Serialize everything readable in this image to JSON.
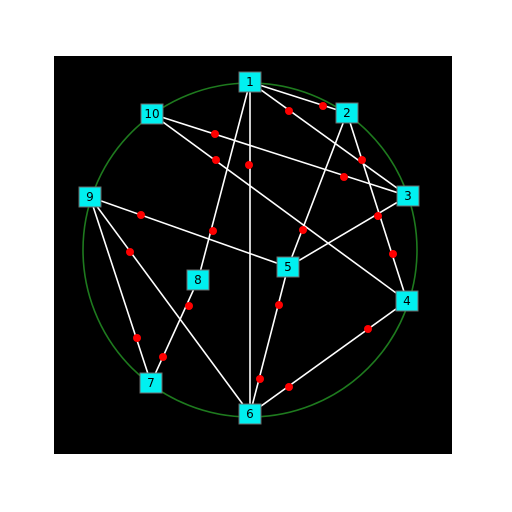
{
  "colors": {
    "background": "#000000",
    "circle": "#1e7a1e",
    "edge": "#ffffff",
    "node_fill": "#00f0f0",
    "marker": "#ff0000"
  },
  "nodes": [
    {
      "id": "1",
      "label": "1"
    },
    {
      "id": "2",
      "label": "2"
    },
    {
      "id": "3",
      "label": "3"
    },
    {
      "id": "4",
      "label": "4"
    },
    {
      "id": "5",
      "label": "5"
    },
    {
      "id": "6",
      "label": "6"
    },
    {
      "id": "7",
      "label": "7"
    },
    {
      "id": "8",
      "label": "8"
    },
    {
      "id": "9",
      "label": "9"
    },
    {
      "id": "10",
      "label": "10"
    }
  ],
  "edges": [
    {
      "from": "1",
      "to": "2"
    },
    {
      "from": "1",
      "to": "3"
    },
    {
      "from": "1",
      "to": "6"
    },
    {
      "from": "1",
      "to": "8"
    },
    {
      "from": "2",
      "to": "4"
    },
    {
      "from": "2",
      "to": "5"
    },
    {
      "from": "10",
      "to": "3"
    },
    {
      "from": "10",
      "to": "4"
    },
    {
      "from": "9",
      "to": "5"
    },
    {
      "from": "9",
      "to": "7"
    },
    {
      "from": "9",
      "to": "6"
    },
    {
      "from": "3",
      "to": "5"
    },
    {
      "from": "4",
      "to": "6"
    },
    {
      "from": "5",
      "to": "6"
    },
    {
      "from": "8",
      "to": "7"
    }
  ]
}
